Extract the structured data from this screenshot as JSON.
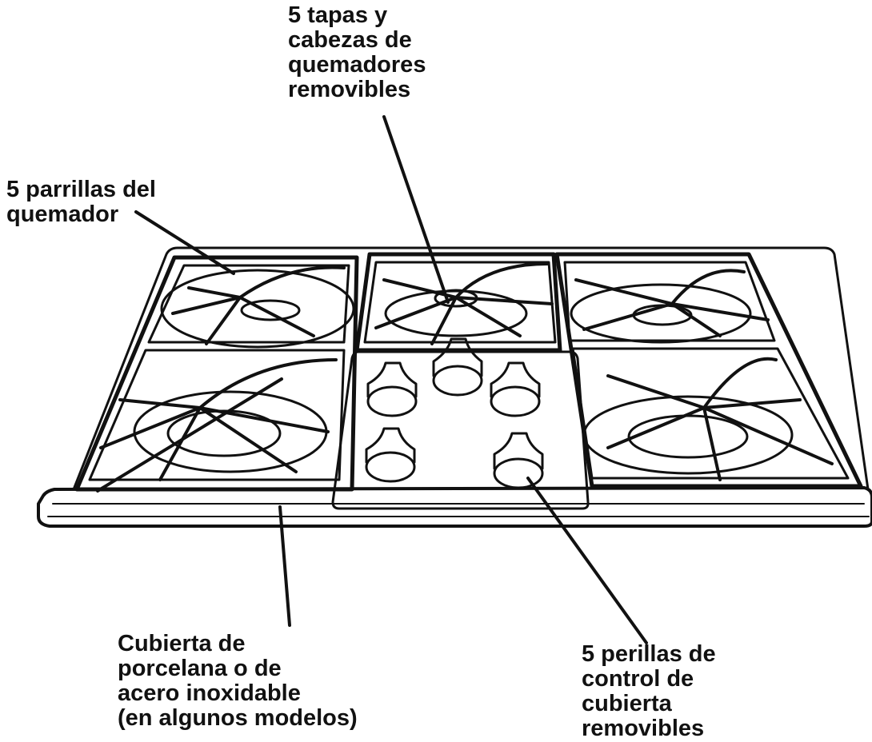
{
  "labels": {
    "burner_caps": "5 tapas y\ncabezas de\nquemadores\nremovibles",
    "burner_grates": "5 parrillas del\nquemador",
    "cooktop": "Cubierta de\nporcelana o de\nacero inoxidable\n(en algunos modelos)",
    "control_knobs": "5 perillas de\ncontrol de\ncubierta\nremovibles"
  },
  "colors": {
    "ink": "#111111",
    "background": "#ffffff"
  }
}
